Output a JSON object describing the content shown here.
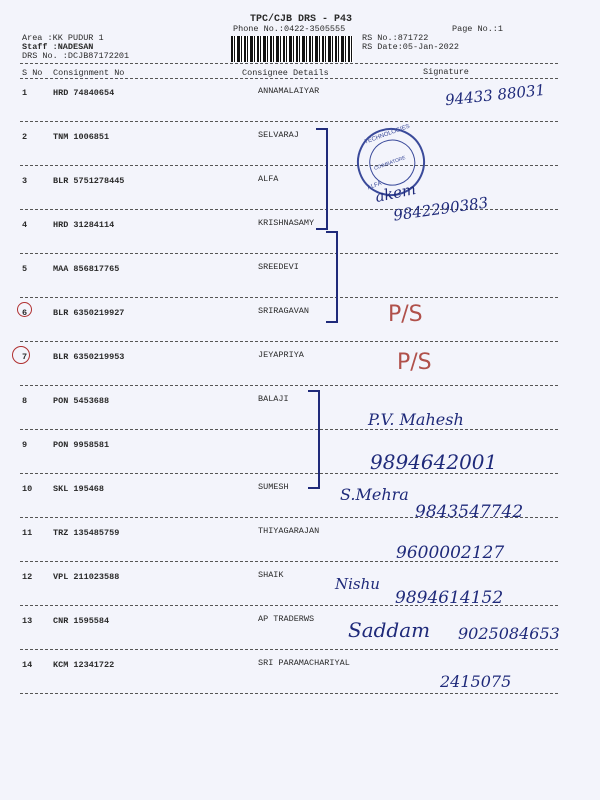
{
  "header": {
    "title": "TPC/CJB  DRS - P43",
    "phone": "Phone No.:0422-3505555",
    "page_no": "Page No.:1",
    "area": "Area :KK PUDUR 1",
    "staff": "Staff :NADESAN",
    "drs_no": "DRS No. :DCJB87172201",
    "rs_no": "RS No.:871722",
    "rs_date": "RS Date:05-Jan-2022"
  },
  "columns": {
    "sno": "S No",
    "consignment": "Consignment No",
    "consignee": "Consignee Details",
    "signature": "Signature"
  },
  "rows": [
    {
      "sno": "1",
      "consignment": "HRD 74840654",
      "consignee": "ANNAMALAIYAR"
    },
    {
      "sno": "2",
      "consignment": "TNM 1006851",
      "consignee": "SELVARAJ"
    },
    {
      "sno": "3",
      "consignment": "BLR 5751278445",
      "consignee": "ALFA"
    },
    {
      "sno": "4",
      "consignment": "HRD 31284114",
      "consignee": "KRISHNASAMY"
    },
    {
      "sno": "5",
      "consignment": "MAA 856817765",
      "consignee": "SREEDEVI"
    },
    {
      "sno": "6",
      "consignment": "BLR 6350219927",
      "consignee": "SRIRAGAVAN"
    },
    {
      "sno": "7",
      "consignment": "BLR 6350219953",
      "consignee": "JEYAPRIYA"
    },
    {
      "sno": "8",
      "consignment": "PON 5453688",
      "consignee": "BALAJI"
    },
    {
      "sno": "9",
      "consignment": "PON 9958581",
      "consignee": ""
    },
    {
      "sno": "10",
      "consignment": "SKL 195468",
      "consignee": "SUMESH"
    },
    {
      "sno": "11",
      "consignment": "TRZ 135485759",
      "consignee": "THIYAGARAJAN"
    },
    {
      "sno": "12",
      "consignment": "VPL 211023588",
      "consignee": "SHAIK"
    },
    {
      "sno": "13",
      "consignment": "CNR 1595584",
      "consignee": "AP TRADERWS"
    },
    {
      "sno": "14",
      "consignment": "KCM 12341722",
      "consignee": "SRI PARAMACHARIYAL"
    }
  ],
  "handwritten": {
    "r1_phone": "94433 88031",
    "r5_sign": "akem",
    "r5_phone": "9842290383",
    "r6_note": "P/S",
    "r7_note": "P/S",
    "r8_sign": "P.V. Mahesh",
    "r9_phone": "9894642001",
    "r10_sign": "S.Mehra",
    "r10_phone": "9843547742",
    "r11_phone": "9600002127",
    "r12_sign": "Nishu",
    "r12_phone": "9894614152",
    "r13_sign": "Saddam",
    "r13_phone": "9025084653",
    "r14_phone": "2415075"
  },
  "stamp": {
    "top": "TECHNOLOGIES",
    "middle": "COIMBATORE",
    "side": "ALFA"
  }
}
